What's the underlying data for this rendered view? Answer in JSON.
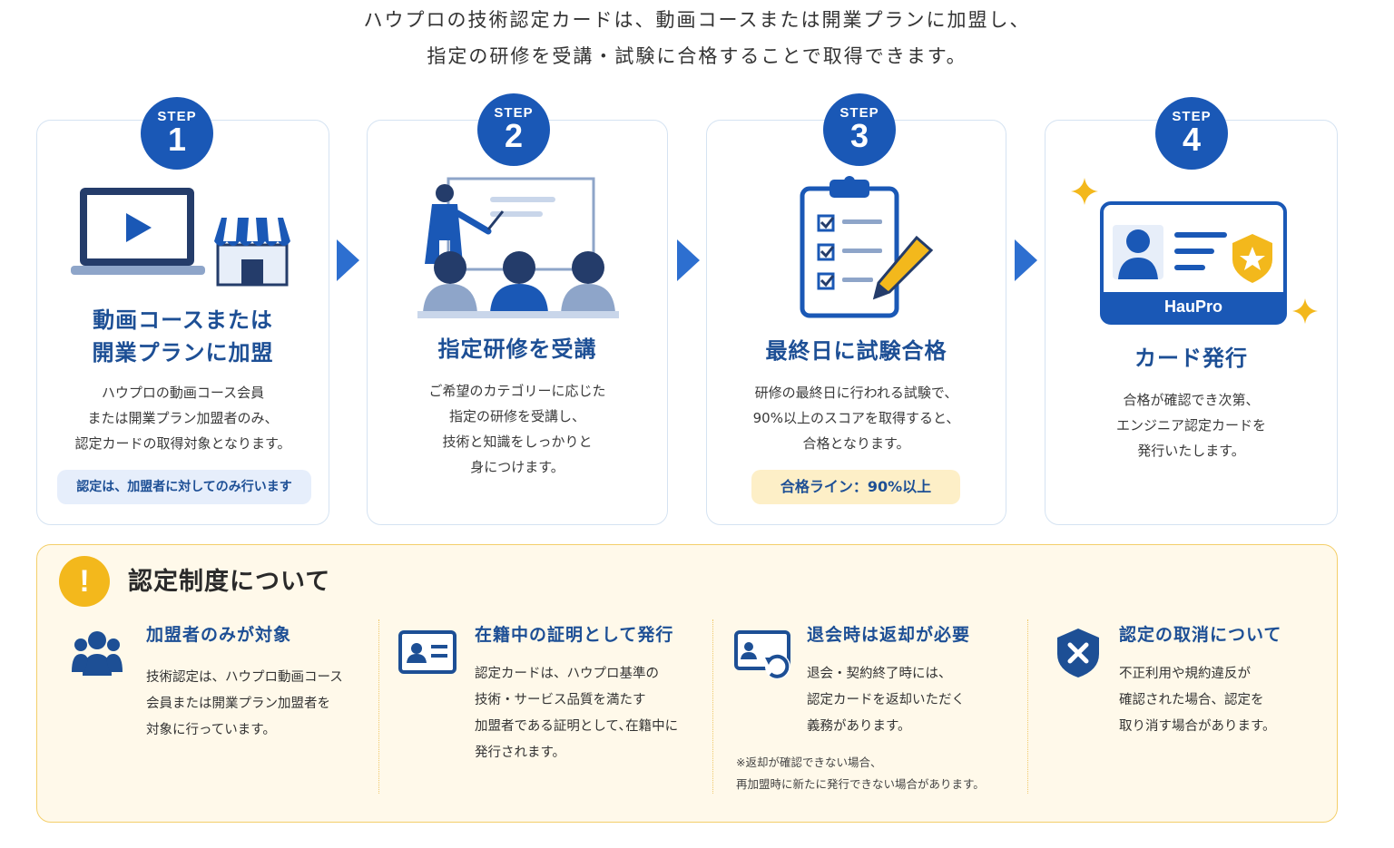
{
  "intro": {
    "line1": "ハウプロの技術認定カードは、動画コースまたは開業プランに加盟し、",
    "line2": "指定の研修を受講・試験に合格することで取得できます。"
  },
  "colors": {
    "primary": "#1a58b6",
    "title_blue": "#1d4f95",
    "accent_yellow": "#f3b81c",
    "info_bg": "#fff9ea"
  },
  "steps": [
    {
      "step_label": "STEP",
      "number": "1",
      "title_line1": "動画コースまたは",
      "title_line2": "開業プランに加盟",
      "desc": [
        "ハウプロの動画コース会員",
        "または開業プラン加盟者のみ、",
        "認定カードの取得対象となります。"
      ],
      "note": "認定は、加盟者に対してのみ行います",
      "icons": [
        "laptop-video-icon",
        "storefront-icon"
      ]
    },
    {
      "step_label": "STEP",
      "number": "2",
      "title_line1": "指定研修を受講",
      "desc": [
        "ご希望のカテゴリーに応じた",
        "指定の研修を受講し、",
        "技術と知識をしっかりと",
        "身につけます。"
      ],
      "icons": [
        "training-lecture-icon"
      ]
    },
    {
      "step_label": "STEP",
      "number": "3",
      "title_line1": "最終日に試験合格",
      "desc": [
        "研修の最終日に行われる試験で、",
        "90%以上のスコアを取得すると、",
        "合格となります。"
      ],
      "note": "合格ライン：90%以上",
      "icons": [
        "clipboard-checklist-icon",
        "pencil-icon"
      ]
    },
    {
      "step_label": "STEP",
      "number": "4",
      "title_line1": "カード発行",
      "desc": [
        "合格が確認でき次第、",
        "エンジニア認定カードを",
        "発行いたします。"
      ],
      "card_brand": "HauPro",
      "icons": [
        "id-card-icon",
        "sparkle-icon"
      ]
    }
  ],
  "info": {
    "title": "認定制度について",
    "columns": [
      {
        "heading": "加盟者のみが対象",
        "icon": "group-icon",
        "desc": [
          "技術認定は、ハウプロ動画コース",
          "会員または開業プラン加盟者を",
          "対象に行っています。"
        ]
      },
      {
        "heading": "在籍中の証明として発行",
        "icon": "id-badge-icon",
        "desc": [
          "認定カードは、ハウプロ基準の",
          "技術・サービス品質を満たす",
          "加盟者である証明として､在籍中に",
          "発行されます。"
        ]
      },
      {
        "heading": "退会時は返却が必要",
        "icon": "card-return-icon",
        "desc": [
          "退会・契約終了時には、",
          "認定カードを返却いただく",
          "義務があります。"
        ],
        "note": [
          "※返却が確認できない場合、",
          "再加盟時に新たに発行できない場合があります。"
        ]
      },
      {
        "heading": "認定の取消について",
        "icon": "shield-x-icon",
        "desc": [
          "不正利用や規約違反が",
          "確認された場合、認定を",
          "取り消す場合があります。"
        ]
      }
    ]
  }
}
